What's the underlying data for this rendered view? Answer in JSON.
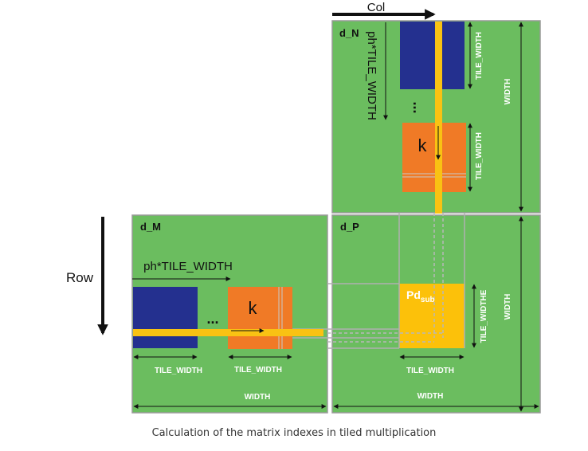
{
  "colors": {
    "matrix_fill": "#6bbd5f",
    "tile_blue": "#24308f",
    "tile_orange": "#f07a26",
    "tile_yellow": "#fcc10a",
    "row_col_band": "#f9c213",
    "border": "#9a9a9a"
  },
  "labels": {
    "col": "Col",
    "row": "Row",
    "d_n": "d_N",
    "d_m": "d_M",
    "d_p": "d_P",
    "ph_tile_width_vertical": "ph*TILE_WIDTH",
    "ph_tile_width_horizontal": "ph*TILE_WIDTH",
    "k_top": "k",
    "k_left": "k",
    "dots": "...",
    "pd_sub_main": "Pd",
    "pd_sub_subscript": "sub",
    "tile_width_n_top": "TILE_WIDTH",
    "tile_width_n_bottom": "TILE_WIDTH",
    "width_n": "WIDTH",
    "tile_widthe_p": "TILE_WIDTHE",
    "width_p_vertical": "WIDTH",
    "tile_width_m_left": "TILE_WIDTH",
    "tile_width_m_right": "TILE_WIDTH",
    "tile_width_p": "TILE_WIDTH",
    "width_m": "WIDTH",
    "width_p": "WIDTH"
  },
  "caption": "Calculation of the matrix indexes in tiled multiplication"
}
